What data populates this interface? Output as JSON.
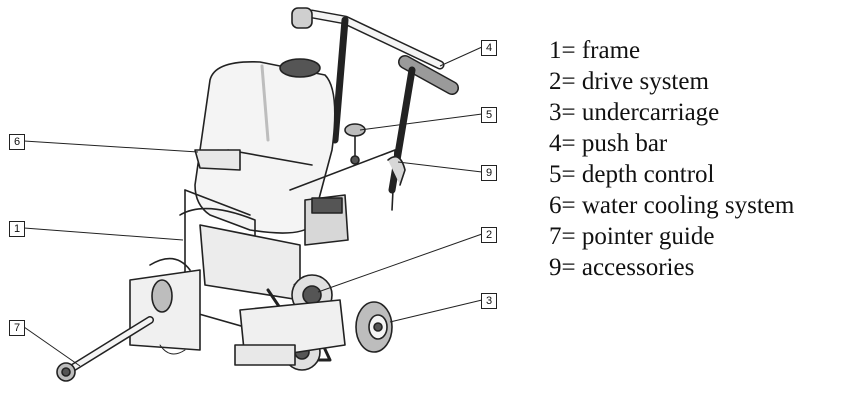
{
  "callouts": [
    {
      "number": "1",
      "label": "frame"
    },
    {
      "number": "2",
      "label": "drive system"
    },
    {
      "number": "3",
      "label": "undercarriage"
    },
    {
      "number": "4",
      "label": "push bar"
    },
    {
      "number": "5",
      "label": "depth control"
    },
    {
      "number": "6",
      "label": "water cooling system"
    },
    {
      "number": "7",
      "label": "pointer guide"
    },
    {
      "number": "9",
      "label": "accessories"
    }
  ],
  "legend_separator": "= ",
  "colors": {
    "line": "#222222",
    "body": "#f4f4f4",
    "shade": "#bdbdbd",
    "dark": "#555555"
  }
}
